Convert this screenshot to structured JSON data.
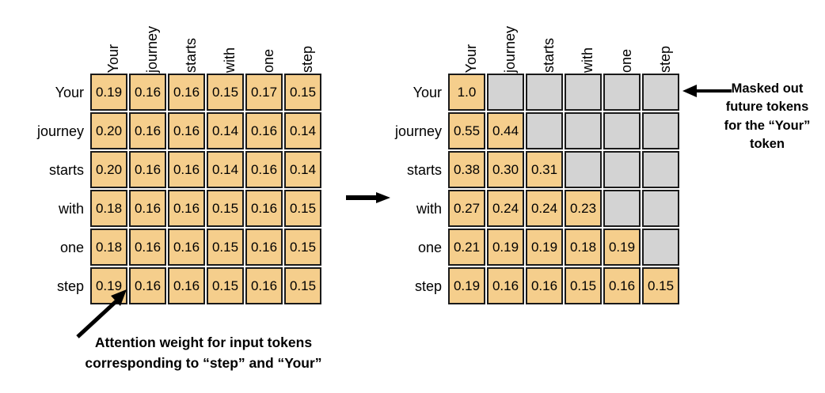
{
  "chart_data": {
    "type": "heatmap",
    "title": "",
    "xlabel": "",
    "ylabel": "",
    "panels": [
      {
        "name": "unmasked-attention-weights",
        "columns": [
          "Your",
          "journey",
          "starts",
          "with",
          "one",
          "step"
        ],
        "rows": [
          "Your",
          "journey",
          "starts",
          "with",
          "one",
          "step"
        ],
        "values": [
          [
            "0.19",
            "0.16",
            "0.16",
            "0.15",
            "0.17",
            "0.15"
          ],
          [
            "0.20",
            "0.16",
            "0.16",
            "0.14",
            "0.16",
            "0.14"
          ],
          [
            "0.20",
            "0.16",
            "0.16",
            "0.14",
            "0.16",
            "0.14"
          ],
          [
            "0.18",
            "0.16",
            "0.16",
            "0.15",
            "0.16",
            "0.15"
          ],
          [
            "0.18",
            "0.16",
            "0.16",
            "0.15",
            "0.16",
            "0.15"
          ],
          [
            "0.19",
            "0.16",
            "0.16",
            "0.15",
            "0.16",
            "0.15"
          ]
        ],
        "masked": [
          [
            false,
            false,
            false,
            false,
            false,
            false
          ],
          [
            false,
            false,
            false,
            false,
            false,
            false
          ],
          [
            false,
            false,
            false,
            false,
            false,
            false
          ],
          [
            false,
            false,
            false,
            false,
            false,
            false
          ],
          [
            false,
            false,
            false,
            false,
            false,
            false
          ],
          [
            false,
            false,
            false,
            false,
            false,
            false
          ]
        ]
      },
      {
        "name": "causal-masked-attention-weights",
        "columns": [
          "Your",
          "journey",
          "starts",
          "with",
          "one",
          "step"
        ],
        "rows": [
          "Your",
          "journey",
          "starts",
          "with",
          "one",
          "step"
        ],
        "values": [
          [
            "1.0",
            "",
            "",
            "",
            "",
            ""
          ],
          [
            "0.55",
            "0.44",
            "",
            "",
            "",
            ""
          ],
          [
            "0.38",
            "0.30",
            "0.31",
            "",
            "",
            ""
          ],
          [
            "0.27",
            "0.24",
            "0.24",
            "0.23",
            "",
            ""
          ],
          [
            "0.21",
            "0.19",
            "0.19",
            "0.18",
            "0.19",
            ""
          ],
          [
            "0.19",
            "0.16",
            "0.16",
            "0.15",
            "0.16",
            "0.15"
          ]
        ],
        "masked": [
          [
            false,
            true,
            true,
            true,
            true,
            true
          ],
          [
            false,
            false,
            true,
            true,
            true,
            true
          ],
          [
            false,
            false,
            false,
            true,
            true,
            true
          ],
          [
            false,
            false,
            false,
            false,
            true,
            true
          ],
          [
            false,
            false,
            false,
            false,
            false,
            true
          ],
          [
            false,
            false,
            false,
            false,
            false,
            false
          ]
        ]
      }
    ],
    "colors": {
      "cell_fill": "#f5ce8c",
      "masked_fill": "#d3d3d3",
      "cell_border": "#1a1a1a",
      "background": "#ffffff",
      "text": "#000000"
    }
  },
  "annotations": {
    "masked_note": {
      "lines": [
        "Masked out",
        "future tokens",
        "for the “Your”",
        "token"
      ]
    },
    "attention_note": {
      "lines": [
        "Attention weight for input tokens",
        "corresponding to “step” and “Your”"
      ]
    }
  },
  "icons": {
    "transform_arrow": "arrow-right-icon",
    "mask_pointer_arrow": "arrow-left-icon",
    "attention_pointer_arrow": "arrow-up-right-icon"
  }
}
